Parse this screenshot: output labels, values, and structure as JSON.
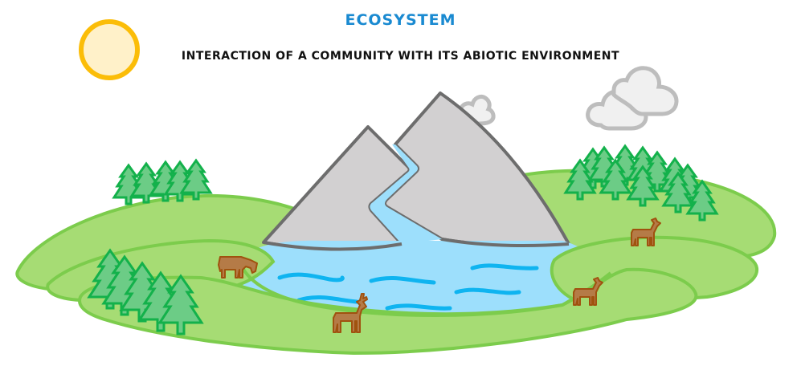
{
  "header": {
    "title": "ECOSYSTEM",
    "subtitle": "INTERACTION OF A COMMUNITY WITH ITS ABIOTIC ENVIRONMENT"
  },
  "colors": {
    "title": "#1a8ad1",
    "subtitle": "#111111",
    "sun_fill": "#fff1c9",
    "sun_stroke": "#fbbd08",
    "cloud_fill": "#f0f0f0",
    "cloud_stroke": "#bdbdbd",
    "mountain_fill": "#d2d0d1",
    "mountain_stroke": "#6d6d6d",
    "water_fill": "#9ddffc",
    "wave_stroke": "#0fb4f0",
    "grass_fill": "#a6dc74",
    "grass_stroke": "#7ccc4c",
    "tree_fill": "#6ccc86",
    "tree_stroke": "#13b14b",
    "animal_fill": "#b57b47",
    "animal_stroke": "#a0520f"
  },
  "scene": {
    "elements": [
      {
        "name": "sun",
        "count": 1
      },
      {
        "name": "cloud",
        "count": 3
      },
      {
        "name": "mountain",
        "count": 2
      },
      {
        "name": "river",
        "count": 1
      },
      {
        "name": "lake",
        "count": 1
      },
      {
        "name": "grass-hill",
        "count": 6
      },
      {
        "name": "pine-tree",
        "count": 27
      },
      {
        "name": "deer",
        "count": 4
      }
    ]
  }
}
